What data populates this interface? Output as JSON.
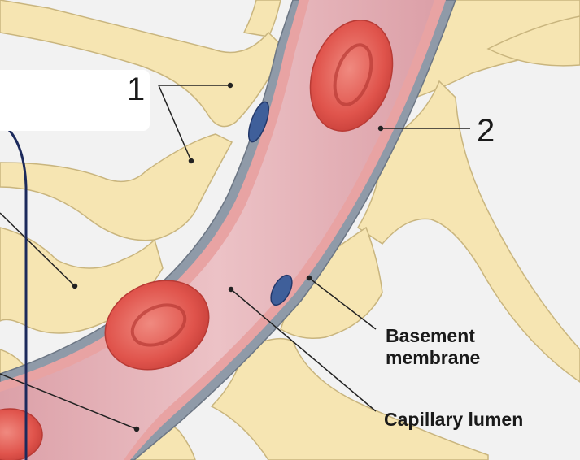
{
  "labels": {
    "marker_1": "1",
    "marker_2": "2",
    "basement_membrane": "Basement\nmembrane",
    "capillary_lumen": "Capillary lumen"
  },
  "colors": {
    "astrocyte": "#f6e5b2",
    "astrocyte_edge": "#c9b57e",
    "vessel_wall": "#8f9aa8",
    "endothelium": "#e8a3a3",
    "lumen": "#e7b3b8",
    "red_blood_cell": "#e0544c",
    "nucleus": "#3f5f9a",
    "overlay_line": "#1c2a5c"
  }
}
